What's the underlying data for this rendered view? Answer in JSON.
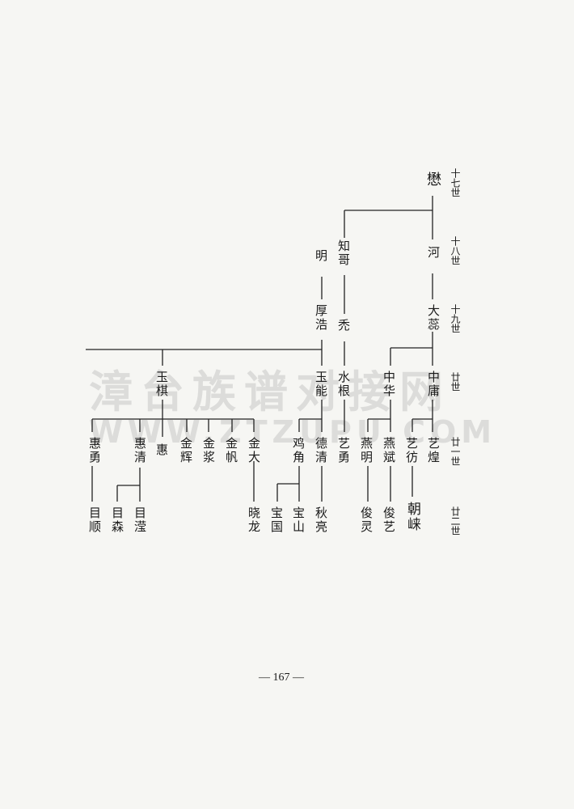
{
  "watermark": {
    "chinese": "漳台族谱对接网",
    "english": "WWW.ZTZUPU.COM"
  },
  "generations": [
    "十七世",
    "十八世",
    "十九世",
    "廿世",
    "廿一世",
    "廿二世"
  ],
  "people": [
    {
      "id": "g17",
      "name": "懋"
    },
    {
      "id": "he",
      "name": "河"
    },
    {
      "id": "zhige",
      "name": "知哥"
    },
    {
      "id": "ming",
      "name": "明"
    },
    {
      "id": "dazhi",
      "name": "大蕊"
    },
    {
      "id": "xian",
      "name": "禿"
    },
    {
      "id": "houzhe",
      "name": "厚浩"
    },
    {
      "id": "zhongcong",
      "name": "中庸"
    },
    {
      "id": "zhonghua",
      "name": "中华"
    },
    {
      "id": "shuigen",
      "name": "水根"
    },
    {
      "id": "yuneng",
      "name": "玉能"
    },
    {
      "id": "yuqi",
      "name": "玉棋"
    },
    {
      "id": "yihuang",
      "name": "艺煌"
    },
    {
      "id": "yifang",
      "name": "艺彷"
    },
    {
      "id": "yanbin",
      "name": "燕斌"
    },
    {
      "id": "yanming",
      "name": "燕明"
    },
    {
      "id": "yiyong",
      "name": "艺勇"
    },
    {
      "id": "deqing",
      "name": "德清"
    },
    {
      "id": "jijiao",
      "name": "鸡角"
    },
    {
      "id": "jinda",
      "name": "金大"
    },
    {
      "id": "jinfan",
      "name": "金帆"
    },
    {
      "id": "jinjiang",
      "name": "金浆"
    },
    {
      "id": "jinhui",
      "name": "金辉"
    },
    {
      "id": "hui",
      "name": "惠"
    },
    {
      "id": "huiqing",
      "name": "惠清"
    },
    {
      "id": "huiyong",
      "name": "惠勇"
    },
    {
      "id": "chaolai",
      "name": "朝崃"
    },
    {
      "id": "junyi",
      "name": "俊艺"
    },
    {
      "id": "junling",
      "name": "俊灵"
    },
    {
      "id": "qiuliang",
      "name": "秋亮"
    },
    {
      "id": "baoshan",
      "name": "宝山"
    },
    {
      "id": "baoguo",
      "name": "宝国"
    },
    {
      "id": "xiaolong",
      "name": "晓龙"
    },
    {
      "id": "muying",
      "name": "目滢"
    },
    {
      "id": "musen",
      "name": "目森"
    },
    {
      "id": "mushun",
      "name": "目顺"
    }
  ],
  "page_number": "— 167 —"
}
